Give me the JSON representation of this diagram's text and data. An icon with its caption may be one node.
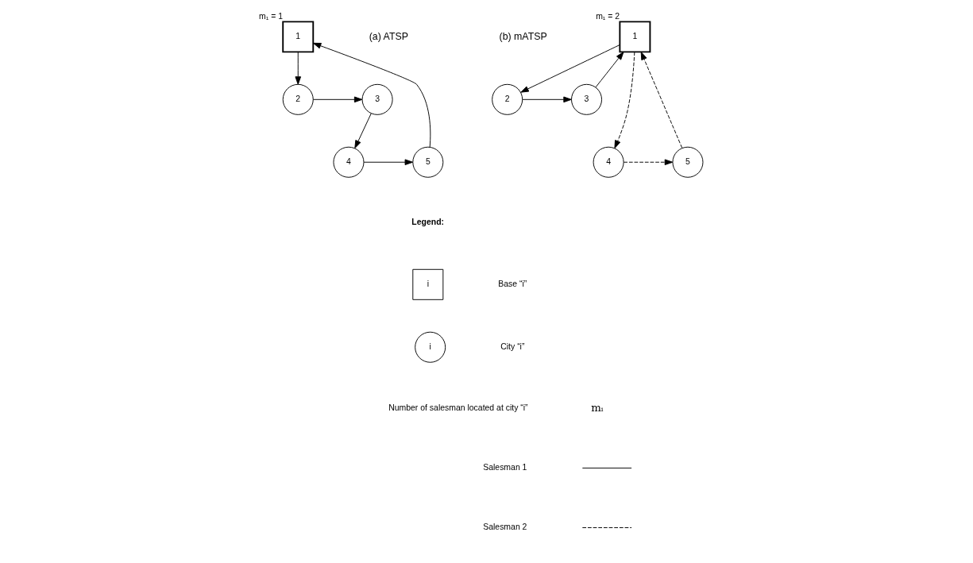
{
  "diagram": {
    "nodes": [
      {
        "text": [
          "1"
        ],
        "beside": [
          "m₁ = 1"
        ]
      },
      {
        "text": [
          "2"
        ]
      },
      {
        "text": [
          "3"
        ]
      },
      {
        "text": [
          "4"
        ]
      },
      {
        "text": [
          "5"
        ]
      },
      {
        "text": [
          "1"
        ],
        "beside": [
          "m₁ = 2"
        ]
      },
      {
        "text": [
          "2"
        ]
      },
      {
        "text": [
          "3"
        ]
      },
      {
        "text": [
          "4"
        ]
      },
      {
        "text": [
          "5"
        ]
      },
      {
        "text": [
          "i"
        ]
      },
      {
        "text": [
          "i"
        ]
      }
    ],
    "edges": [
      {
        "from": 0,
        "to": 1,
        "arrow": "to"
      },
      {
        "from": 1,
        "to": 2,
        "arrow": "to"
      },
      {
        "from": 2,
        "to": 3,
        "arrow": "to"
      },
      {
        "from": 3,
        "to": 4,
        "arrow": "to"
      },
      {
        "from": 4,
        "to": 0,
        "arrow": "to"
      },
      {
        "from": 5,
        "to": 6,
        "arrow": "to"
      },
      {
        "from": 6,
        "to": 7,
        "arrow": "to"
      },
      {
        "from": 7,
        "to": 5,
        "arrow": "to"
      },
      {
        "from": 5,
        "to": 8,
        "arrow": "to",
        "style": "dashed"
      },
      {
        "from": 8,
        "to": 9,
        "arrow": "to",
        "style": "dashed"
      },
      {
        "from": 9,
        "to": 5,
        "arrow": "to",
        "style": "dashed"
      }
    ],
    "labels": [
      "(a) ATSP",
      "(b) mATSP",
      "Legend:",
      "mᵢ"
    ],
    "legend": [
      {
        "text": "Base “i”"
      },
      {
        "text": "City “i”"
      },
      {
        "text": "Number of salesman located at city “i”"
      },
      {
        "text": "Salesman 1"
      },
      {
        "text": "Salesman 2"
      }
    ]
  }
}
